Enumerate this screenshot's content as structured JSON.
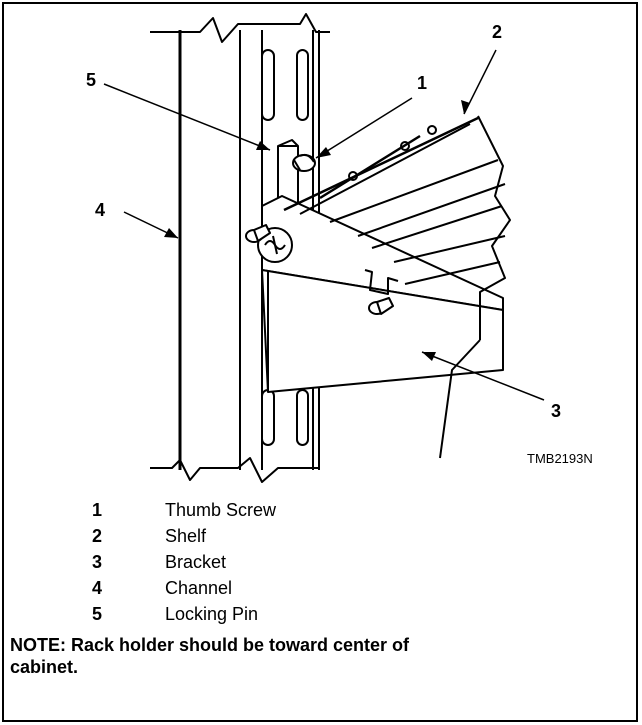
{
  "figure": {
    "callouts": [
      "1",
      "2",
      "3",
      "4",
      "5"
    ],
    "code": "TMB2193N"
  },
  "legend": [
    {
      "num": "1",
      "label": "Thumb Screw"
    },
    {
      "num": "2",
      "label": "Shelf"
    },
    {
      "num": "3",
      "label": "Bracket"
    },
    {
      "num": "4",
      "label": "Channel"
    },
    {
      "num": "5",
      "label": "Locking Pin"
    }
  ],
  "note": "NOTE: Rack holder should be toward center of cabinet."
}
